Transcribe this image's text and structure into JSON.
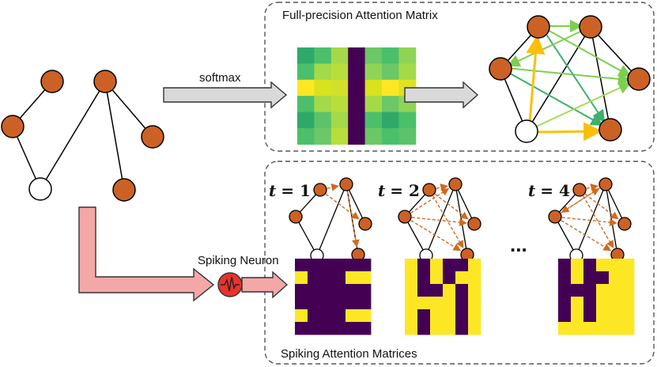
{
  "top_panel": {
    "title": "Full-precision Attention Matrix"
  },
  "bottom_panel": {
    "title": "Spiking Attention Matrices"
  },
  "arrows": {
    "softmax_label": "softmax",
    "spiking_label": "Spiking Neuron"
  },
  "timesteps": [
    {
      "var": "t",
      "eq": "= 1"
    },
    {
      "var": "t",
      "eq": "= 2"
    },
    {
      "var": "t",
      "eq": "= 4"
    }
  ],
  "ellipsis": "...",
  "colors": {
    "node": "#cc6125",
    "node_stroke": "#000000",
    "spike_on": "#fde725",
    "spike_off": "#440154",
    "attn_yellow": "#fbbf0a",
    "dashed_edge": "#d2691e"
  }
}
